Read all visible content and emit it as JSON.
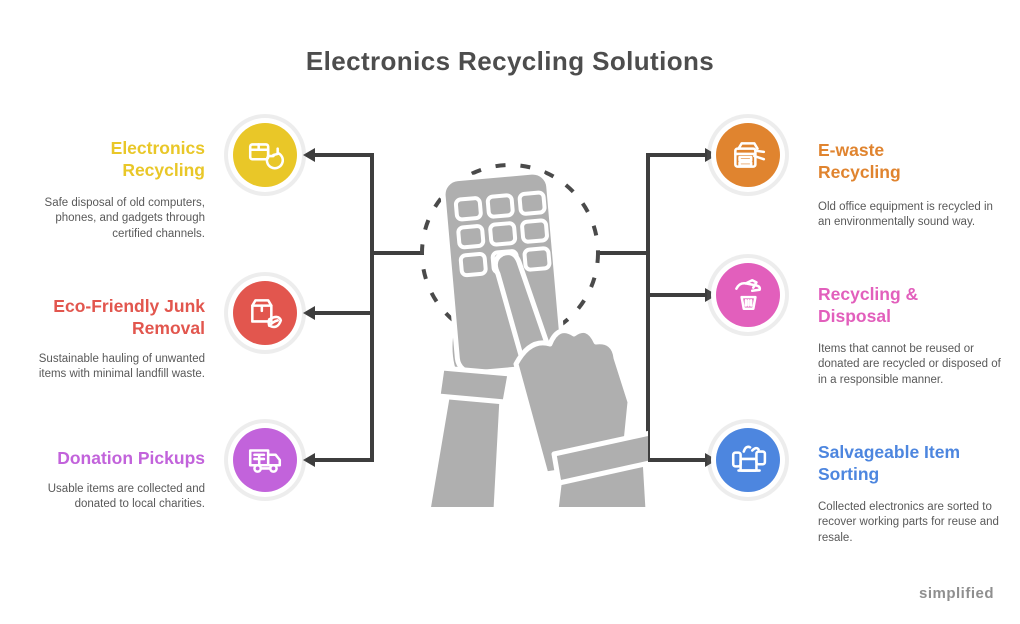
{
  "title": "Electronics Recycling Solutions",
  "watermark": "simplified",
  "colors": {
    "connector": "#3e3e3e",
    "dashed_circle": "#4a4a4a",
    "title_text": "#4d4d4d",
    "description_text": "#595959",
    "illustration_gray": "#afafaf"
  },
  "center": {
    "illustration": "hands-using-calculator"
  },
  "items": [
    {
      "id": "electronics-recycling",
      "side": "left",
      "color": "#e9c728",
      "icon": "package-recycle-icon",
      "heading": "Electronics Recycling",
      "description": "Safe disposal of old computers, phones, and gadgets through certified channels."
    },
    {
      "id": "eco-friendly-junk-removal",
      "side": "left",
      "color": "#e2564e",
      "icon": "box-leaf-icon",
      "heading": "Eco-Friendly Junk Removal",
      "description": "Sustainable hauling of unwanted items with minimal landfill waste."
    },
    {
      "id": "donation-pickups",
      "side": "left",
      "color": "#c263db",
      "icon": "delivery-truck-icon",
      "heading": "Donation Pickups",
      "description": "Usable items are collected and donated to local charities."
    },
    {
      "id": "e-waste-recycling",
      "side": "right",
      "color": "#e0842f",
      "icon": "copier-machine-icon",
      "heading": "E-waste Recycling",
      "description": "Old office equipment is recycled in an environmentally sound way."
    },
    {
      "id": "recycling-and-disposal",
      "side": "right",
      "color": "#e25fbc",
      "icon": "hand-trash-bin-icon",
      "heading": "Recycling & Disposal",
      "description": "Items that cannot be reused or donated are recycled or disposed of in a responsible manner."
    },
    {
      "id": "salvageable-item-sorting",
      "side": "right",
      "color": "#4d86df",
      "icon": "sorted-devices-icon",
      "heading": "Salvageable Item Sorting",
      "description": "Collected electronics are sorted to recover working parts for reuse and resale."
    }
  ]
}
